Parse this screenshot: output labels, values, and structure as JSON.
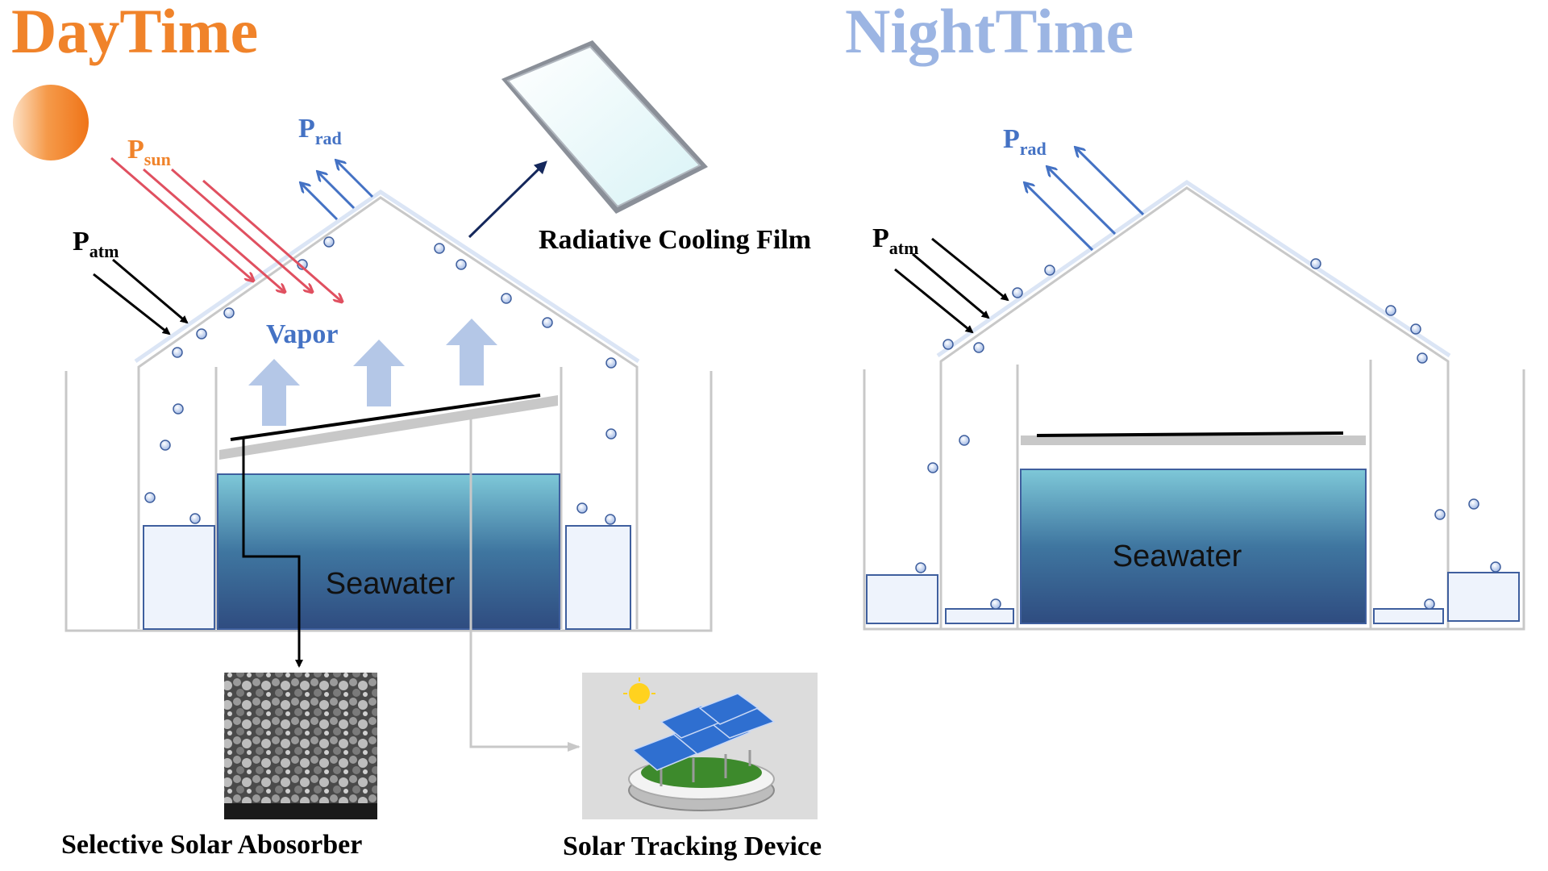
{
  "panels": {
    "day": {
      "title": "DayTime"
    },
    "night": {
      "title": "NightTime"
    }
  },
  "labels": {
    "p_sun_main": "P",
    "p_sun_sub": "sun",
    "p_rad_main": "P",
    "p_rad_sub": "rad",
    "p_atm_main": "P",
    "p_atm_sub": "atm",
    "vapor": "Vapor",
    "seawater": "Seawater",
    "radiative_film": "Radiative Cooling Film",
    "selective_absorber": "Selective Solar Abosorber",
    "solar_tracking": "Solar Tracking Device"
  },
  "colors": {
    "day_title": "#f0832a",
    "night_title": "#9cb5e3",
    "sun": "#f07b1e",
    "moon": "#d8d8d8",
    "sun_rays": "#e05060",
    "rad_arrows": "#4472c4",
    "vapor_arrows": "#b4c7e7",
    "water_top": "#7ec8d8",
    "water_bottom": "#2f4c80",
    "frame": "#c8c8c8"
  }
}
